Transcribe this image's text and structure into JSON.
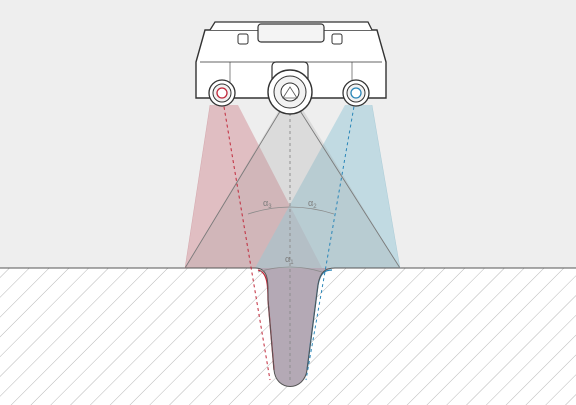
{
  "diagram": {
    "angles": [
      {
        "id": "a3",
        "symbol": "α",
        "subscript": "3"
      },
      {
        "id": "a2",
        "symbol": "α",
        "subscript": "2"
      },
      {
        "id": "a1",
        "symbol": "α",
        "subscript": "1"
      }
    ],
    "colors": {
      "background": "#eeeeee",
      "surface_hatch": "#bdbdbd",
      "red_projection": "#d9a5ab",
      "blue_projection": "#a9cfdc",
      "overlap": "#b2a6b3",
      "red_ray": "#c0283a",
      "blue_ray": "#2a86b8",
      "center_ray": "#8a8a8a",
      "sensor_body": "#ffffff",
      "sensor_outline": "#333333"
    }
  }
}
